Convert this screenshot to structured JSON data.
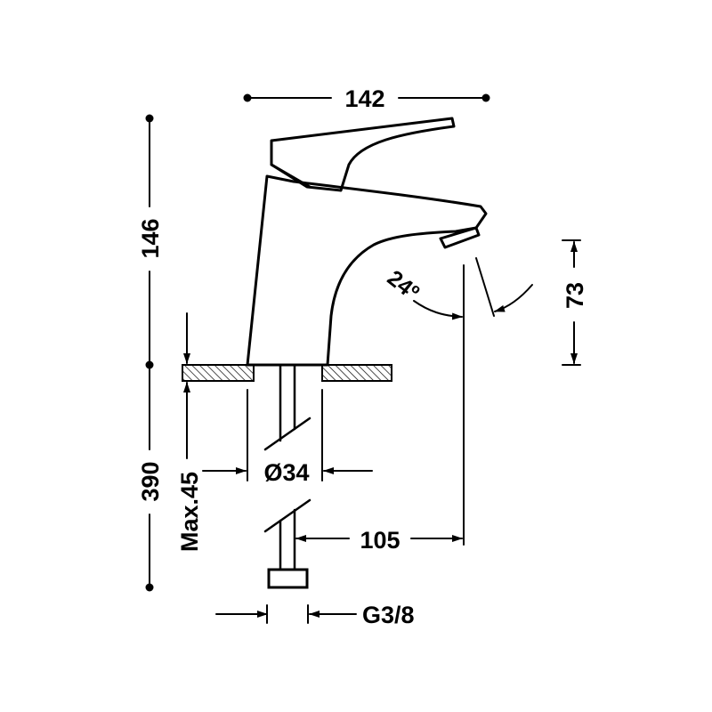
{
  "diagram": {
    "dimensions": {
      "width_label": "142",
      "height_label": "146",
      "total_height_label": "390",
      "max_thickness_label": "Max.45",
      "hole_diameter_label": "Ø34",
      "reach_label": "105",
      "spout_height_label": "73",
      "angle_label": "24º",
      "connection_label": "G3/8"
    },
    "colors": {
      "line": "#000000",
      "background": "#ffffff"
    }
  }
}
